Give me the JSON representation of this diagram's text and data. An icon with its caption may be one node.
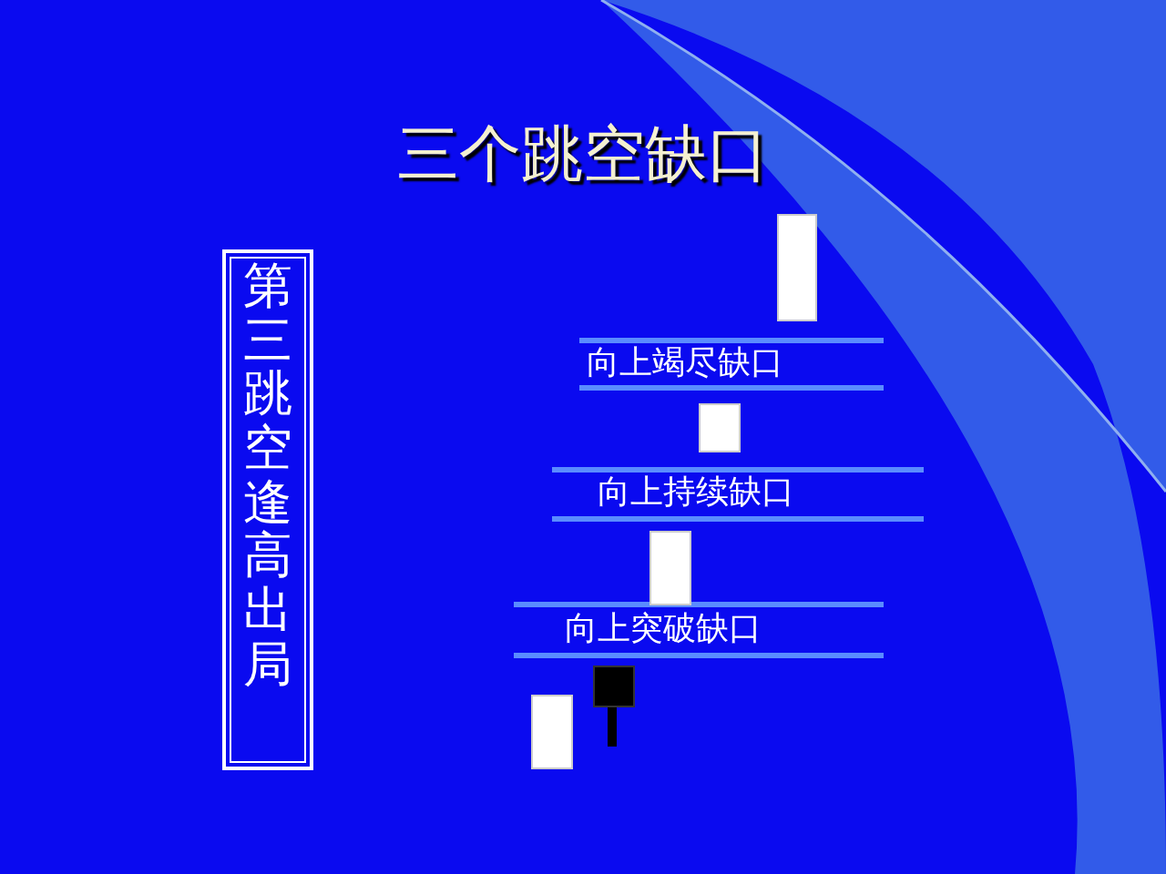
{
  "diagram": {
    "title": "三个跳空缺口",
    "nodes": [
      {
        "text": [
          "第三跳空逢高出局"
        ]
      }
    ],
    "labels": [
      "向上竭尽缺口",
      "向上持续缺口",
      "向上突破缺口"
    ]
  }
}
